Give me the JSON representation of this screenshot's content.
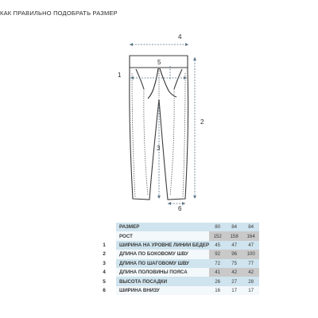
{
  "page": {
    "title": "КАК ПРАВИЛЬНО ПОДОБРАТЬ РАЗМЕР"
  },
  "diagram": {
    "labels": {
      "n1": "1",
      "n2": "2",
      "n3": "3",
      "n4": "4",
      "n5": "5",
      "n6": "6"
    },
    "colors": {
      "outline": "#3c3c3c",
      "arrow": "#5a7486",
      "stitch": "#555555"
    }
  },
  "table": {
    "rows": [
      {
        "num": "",
        "label": "РАЗМЕР",
        "values": [
          "80",
          "84",
          "84"
        ]
      },
      {
        "num": "",
        "label": "РОСТ",
        "values": [
          "152",
          "158",
          "164"
        ]
      },
      {
        "num": "1",
        "label": "ШИРИНА НА УРОВНЕ ЛИНИИ БЕДЕР",
        "values": [
          "45",
          "47",
          "47"
        ]
      },
      {
        "num": "2",
        "label": "ДЛИНА ПО БОКОВОМУ ШВУ",
        "values": [
          "92",
          "96",
          "100"
        ]
      },
      {
        "num": "3",
        "label": "ДЛИНА ПО ШАГОВОМУ ШВУ",
        "values": [
          "72",
          "75",
          "77"
        ]
      },
      {
        "num": "4",
        "label": "ДЛИНА ПОЛОВИНЫ ПОЯСА",
        "values": [
          "41",
          "42",
          "42"
        ]
      },
      {
        "num": "5",
        "label": "ВЫСОТА ПОСАДКИ",
        "values": [
          "26",
          "27",
          "28"
        ]
      },
      {
        "num": "6",
        "label": "ШИРИНА ВНИЗУ",
        "values": [
          "16",
          "17",
          "17"
        ]
      }
    ],
    "colors": {
      "row_a": "#cfe4ee",
      "row_b": "#f3f8fb",
      "highlight": "#c9c9c9"
    }
  }
}
